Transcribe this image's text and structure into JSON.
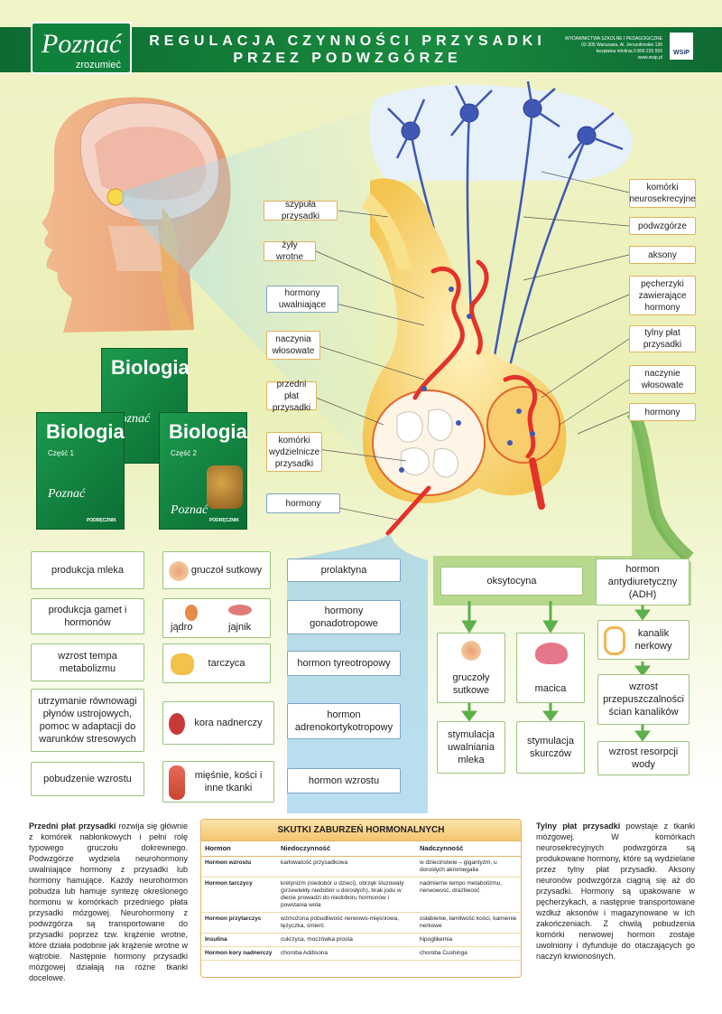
{
  "header": {
    "logo_main": "Poznać",
    "logo_sub": "zrozumieć",
    "title_line1": "REGULACJA CZYNNOŚCI PRZYSADKI",
    "title_line2": "PRZEZ PODWZGÓRZE",
    "publisher_line1": "WYDAWNICTWA SZKOLNE I PEDAGOGICZNE",
    "publisher_line2": "02-305 Warszawa, Al. Jerozolimskie 136",
    "publisher_line3": "bezpłatna infolinia 0 800 220 555",
    "publisher_line4": "www.wsip.pl",
    "brand": "WSiP"
  },
  "books": [
    {
      "title": "Biologia",
      "part": "",
      "series": "Poznać"
    },
    {
      "title": "Biologia",
      "part": "Część 1",
      "series": "Poznać"
    },
    {
      "title": "Biologia",
      "part": "Część 2",
      "series": "Poznać"
    }
  ],
  "books_footer": "PODRĘCZNIK",
  "left_labels": [
    "szypuła przysadki",
    "żyły wrotne",
    "hormony uwalniające",
    "naczynia włosowate",
    "przedni płat przysadki",
    "komórki wydzielnicze przysadki",
    "hormony"
  ],
  "right_labels": [
    "komórki neurosekrecyjne",
    "podwzgórze",
    "aksony",
    "pęcherzyki zawierające hormony",
    "tylny płat przysadki",
    "naczynie włosowate",
    "hormony"
  ],
  "anterior": {
    "hormones": [
      "prolaktyna",
      "hormony gonadotropowe",
      "hormon tyreotropowy",
      "hormon adrenokortykotropowy",
      "hormon wzrostu"
    ],
    "targets": [
      "gruczoł sutkowy",
      "jądro",
      "jajnik",
      "tarczyca",
      "kora nadnerczy",
      "mięśnie, kości i inne tkanki"
    ],
    "effects": [
      "produkcja mleka",
      "produkcja gamet i hormonów",
      "wzrost tempa metabolizmu",
      "utrzymanie równowagi płynów ustrojowych, pomoc w adaptacji do warunków stresowych",
      "pobudzenie wzrostu"
    ]
  },
  "posterior": {
    "oxytocin": "oksytocyna",
    "adh": "hormon antydiuretyczny (ADH)",
    "oxy_targets": [
      "gruczoły sutkowe",
      "macica"
    ],
    "oxy_effects": [
      "stymulacja uwalniania mleka",
      "stymulacja skurczów"
    ],
    "adh_chain": [
      "kanalik nerkowy",
      "wzrost przepuszczalności ścian kanalików",
      "wzrost resorpcji wody"
    ]
  },
  "bottom": {
    "left_bold": "Przedni płat przysadki",
    "left_text": " rozwija się głównie z komórek nabłonkowych i pełni rolę typowego gruczołu dokrewnego. Podwzgórze wydziela neurohormony uwalniające hormony z przysadki lub hormony hamujące. Każdy neurohormon pobudza lub hamuje syntezę określonego hormonu w komórkach przedniego płata przysadki mózgowej. Neurohormony z podwzgórza są transportowane do przysadki poprzez tzw. krążenie wrotne, które działa podobnie jak krążenie wrotne w wątrobie. Następnie hormony przysadki mózgowej działają na różne tkanki docelowe.",
    "right_bold": "Tylny płat przysadki",
    "right_text": " powstaje z tkanki mózgowej. W komórkach neurosekrecyjnych podwzgórza są produkowane hormony, które są wydzielane przez tylny płat przysadki. Aksony neuronów podwzgórza ciągną się aż do przysadki. Hormony są upakowane w pęcherzykach, a następnie transportowane wzdłuż aksonów i magazynowane w ich zakończeniach. Z chwilą pobudzenia komórki nerwowej hormon zostaje uwolniony i dyfunduje do otaczających go naczyń krwionośnych."
  },
  "table": {
    "title": "SKUTKI ZABURZEŃ HORMONALNYCH",
    "headers": [
      "Hormon",
      "Niedoczynność",
      "Nadczynność"
    ],
    "rows": [
      [
        "Hormon wzrostu",
        "karłowatość przysadkowa",
        "w dzieciństwie – gigantyzm, u dorosłych akromegalia"
      ],
      [
        "Hormon tarczycy",
        "kretynizm (niedobór u dzieci), obrzęk śluzowaty (przewlekły niedobór u dorosłych), brak jodu w diecie prowadzi do niedoboru hormonów i powstania wola",
        "nadmierne tempo metabolizmu, nerwowość, drażliwość"
      ],
      [
        "Hormon przytarczyc",
        "wzmożona pobudliwość nerwowo-mięśniowa, tężyczka, śmierć",
        "osłabienie, łamliwość kości, kamienie nerkowe"
      ],
      [
        "Insulina",
        "cukrzyca, moczówka prosta",
        "hipoglikemia"
      ],
      [
        "Hormon kory nadnerczy",
        "choroba Addisona",
        "choroba Cushinga"
      ]
    ]
  }
}
